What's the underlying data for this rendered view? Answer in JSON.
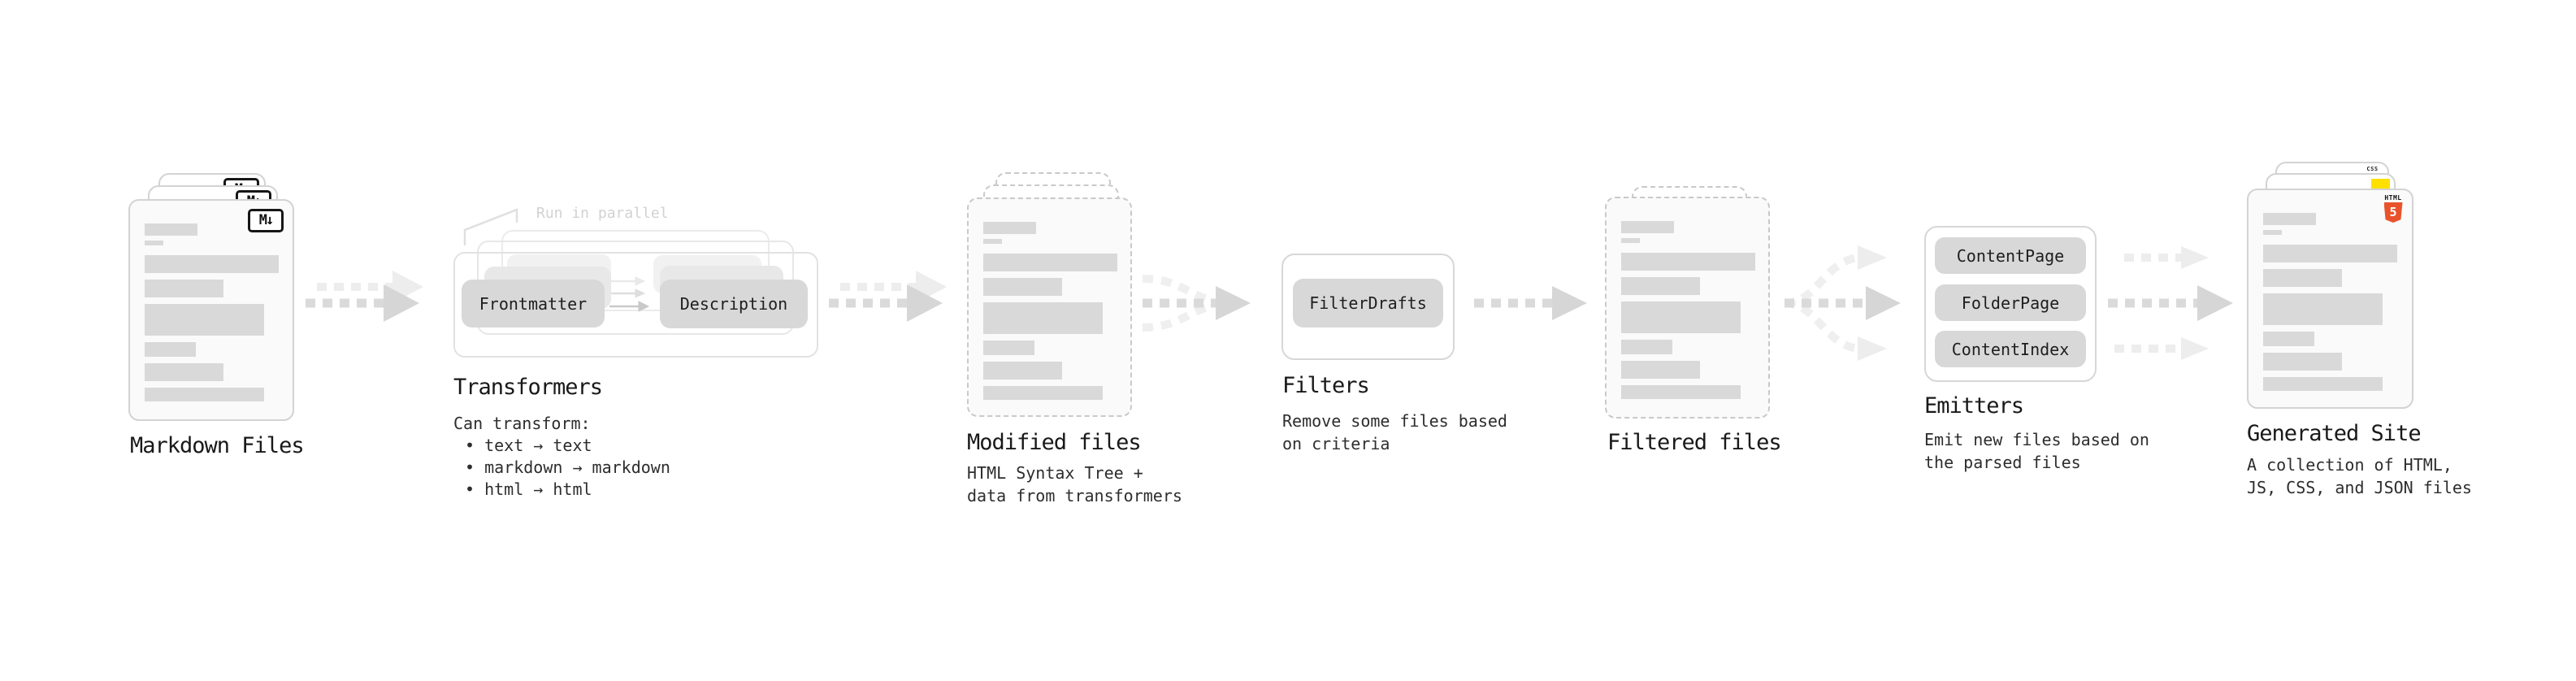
{
  "palette": {
    "text": "#1f1f1f",
    "annotation_gray": "#d2d2d2",
    "skeleton_bar": "#d9d9d9",
    "node_fill": "#d8d8d8",
    "arrow_dark": "#d6d6d6",
    "arrow_light": "#ededed",
    "html5_orange": "#e8532c",
    "js_yellow": "#ffe000",
    "css_blue": "#2f6fe4"
  },
  "stages": {
    "markdown_files": {
      "title": "Markdown Files",
      "file_icon": "M↓"
    },
    "transformers": {
      "title": "Transformers",
      "annotation": "Run in parallel",
      "node_a": "Frontmatter",
      "node_b": "Description",
      "body_intro": "Can transform:",
      "bullets": [
        "• text → text",
        "• markdown → markdown",
        "• html → html"
      ]
    },
    "modified_files": {
      "title": "Modified files",
      "subtitle": "HTML Syntax Tree +\ndata from transformers"
    },
    "filters": {
      "title": "Filters",
      "node": "FilterDrafts",
      "subtitle": "Remove some files based\non criteria"
    },
    "filtered_files": {
      "title": "Filtered files"
    },
    "emitters": {
      "title": "Emitters",
      "nodes": [
        "ContentPage",
        "FolderPage",
        "ContentIndex"
      ],
      "subtitle": "Emit new files based on\nthe parsed files"
    },
    "generated_site": {
      "title": "Generated Site",
      "subtitle": "A collection of HTML,\nJS, CSS, and JSON files",
      "html5_icon_top": "HTML",
      "html5_icon_badge": "5",
      "css_icon": "CSS"
    }
  }
}
